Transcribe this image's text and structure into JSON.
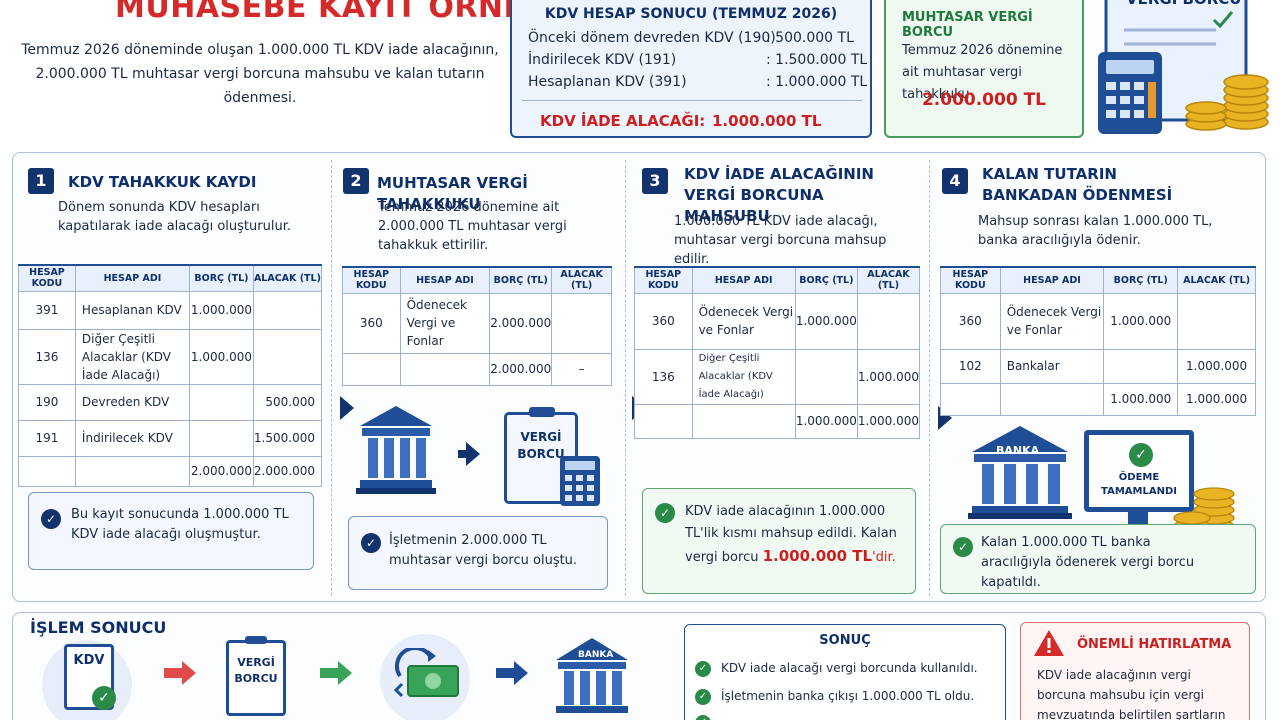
{
  "header": {
    "title": "MUHASEBE KAYIT ÖRNEĞİ",
    "intro_line1": "Temmuz 2026 döneminde oluşan 1.000.000 TL KDV iade alacağının,",
    "intro_line2": "2.000.000 TL muhtasar vergi borcuna mahsubu ve kalan tutarın ödenmesi."
  },
  "kdv_result": {
    "title": "KDV HESAP SONUCU (TEMMUZ 2026)",
    "rows": [
      {
        "label": "Önceki dönem devreden KDV (190)",
        "value": ":   500.000 TL"
      },
      {
        "label": "İndirilecek KDV (191)",
        "value": ": 1.500.000 TL"
      },
      {
        "label": "Hesaplanan KDV (391)",
        "value": ": 1.000.000 TL"
      }
    ],
    "result_label": "KDV İADE ALACAĞI:",
    "result_value": "1.000.000 TL"
  },
  "muhtasar": {
    "title": "MUHTASAR VERGİ BORCU",
    "desc": "Temmuz 2026 dönemine ait muhtasar vergi tahakkuku",
    "amount": "2.000.000 TL"
  },
  "hero_icon": {
    "text": "VERGİ BORCU"
  },
  "table_headers": {
    "code": "HESAP KODU",
    "name": "HESAP ADI",
    "debit": "BORÇ (TL)",
    "credit": "ALACAK (TL)"
  },
  "steps": [
    {
      "num": "1",
      "title": "KDV TAHAKKUK KAYDI",
      "desc": "Dönem sonunda KDV hesapları kapatılarak iade alacağı oluşturulur.",
      "rows": [
        {
          "code": "391",
          "name": "Hesaplanan KDV",
          "debit": "1.000.000",
          "credit": ""
        },
        {
          "code": "136",
          "name": "Diğer Çeşitli Alacaklar (KDV İade Alacağı)",
          "debit": "1.000.000",
          "credit": ""
        },
        {
          "code": "190",
          "name": "Devreden KDV",
          "debit": "",
          "credit": "500.000"
        },
        {
          "code": "191",
          "name": "İndirilecek KDV",
          "debit": "",
          "credit": "1.500.000"
        },
        {
          "code": "",
          "name": "",
          "debit": "2.000.000",
          "credit": "2.000.000"
        }
      ],
      "note": "Bu kayıt sonucunda 1.000.000 TL KDV iade alacağı oluşmuştur."
    },
    {
      "num": "2",
      "title": "MUHTASAR VERGİ TAHAKKUKU",
      "desc": "Temmuz 2026 dönemine ait 2.000.000 TL muhtasar vergi tahakkuk ettirilir.",
      "rows": [
        {
          "code": "360",
          "name": "Ödenecek Vergi ve Fonlar",
          "debit": "2.000.000",
          "credit": ""
        },
        {
          "code": "",
          "name": "",
          "debit": "2.000.000",
          "credit": "–"
        }
      ],
      "icon_text": "VERGİ BORCU",
      "note": "İşletmenin 2.000.000 TL muhtasar vergi borcu oluştu."
    },
    {
      "num": "3",
      "title": "KDV İADE ALACAĞININ VERGİ BORCUNA MAHSUBU",
      "desc": "1.000.000 TL KDV iade alacağı, muhtasar vergi borcuna mahsup edilir.",
      "rows": [
        {
          "code": "360",
          "name": "Ödenecek Vergi ve Fonlar",
          "debit": "1.000.000",
          "credit": ""
        },
        {
          "code": "136",
          "name": "Diğer Çeşitli Alacaklar (KDV İade Alacağı)",
          "debit": "",
          "credit": "1.000.000"
        },
        {
          "code": "",
          "name": "",
          "debit": "1.000.000",
          "credit": "1.000.000"
        }
      ],
      "note_part1": "KDV iade alacağının 1.000.000 TL'lik kısmı mahsup edildi. Kalan vergi borcu",
      "note_amount": "1.000.000 TL",
      "note_suffix": "'dir."
    },
    {
      "num": "4",
      "title": "KALAN TUTARIN BANKADAN ÖDENMESİ",
      "desc": "Mahsup sonrası kalan 1.000.000 TL, banka aracılığıyla ödenir.",
      "rows": [
        {
          "code": "360",
          "name": "Ödenecek Vergi ve Fonlar",
          "debit": "1.000.000",
          "credit": ""
        },
        {
          "code": "102",
          "name": "Bankalar",
          "debit": "",
          "credit": "1.000.000"
        },
        {
          "code": "",
          "name": "",
          "debit": "1.000.000",
          "credit": "1.000.000"
        }
      ],
      "bank_label": "BANKA",
      "payment_label": "ÖDEME TAMAMLANDI",
      "note": "Kalan 1.000.000 TL banka aracılığıyla ödenerek vergi borcu kapatıldı."
    }
  ],
  "bottom": {
    "title": "İŞLEM SONUCU",
    "flow": [
      {
        "label": "KDV"
      },
      {
        "label": "VERGİ BORCU"
      },
      {
        "label": ""
      },
      {
        "label": "BANKA"
      }
    ],
    "sonuc_title": "SONUÇ",
    "sonuc_items": [
      "KDV iade alacağı vergi borcunda kullanıldı.",
      "İşletmenin banka çıkışı 1.000.000 TL oldu."
    ],
    "warning_title": "ÖNEMLİ HATIRLATMA",
    "warning_text": "KDV iade alacağının vergi borcuna mahsubu için vergi mevzuatında belirtilen şartların sağlanması ve"
  },
  "colors": {
    "navy": "#13336e",
    "red": "#cc1f1f",
    "green": "#1e7a3c"
  }
}
